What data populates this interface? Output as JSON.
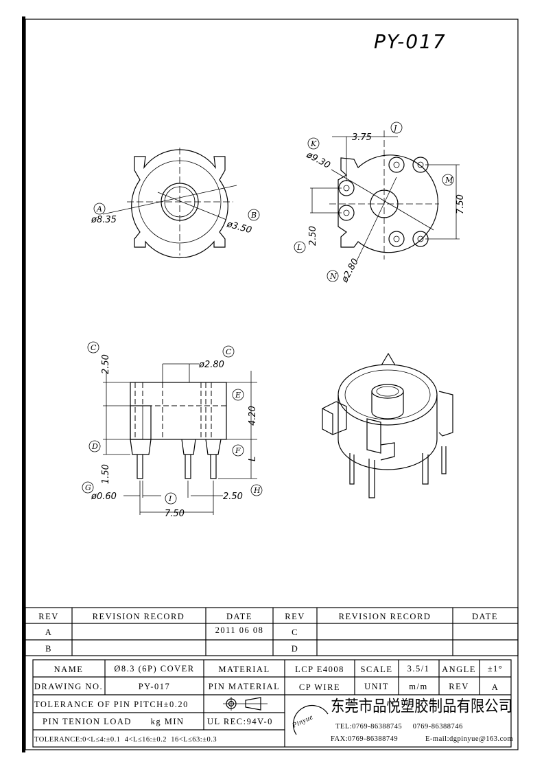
{
  "drawing_title": "PY-017",
  "top_left_view": {
    "dia_outer": "ø8.35",
    "dia_inner": "ø3.50",
    "label_a": "A",
    "label_b": "B"
  },
  "top_right_view": {
    "dim_375": "3.75",
    "dim_930": "ø9.30",
    "dim_750": "7.50",
    "dim_250": "2.50",
    "dim_280": "ø2.80",
    "label_j": "J",
    "label_k": "K",
    "label_m": "M",
    "label_l": "L",
    "label_n": "N"
  },
  "side_view": {
    "dim_250_top": "2.50",
    "dim_280": "ø2.80",
    "dim_420": "4.20",
    "dim_150": "1.50",
    "dim_L": "L",
    "dim_060": "ø0.60",
    "dim_250_pin": "2.50",
    "dim_750": "7.50",
    "label_c1": "C",
    "label_c2": "C",
    "label_d": "D",
    "label_e": "E",
    "label_f": "F",
    "label_g": "G",
    "label_h": "H",
    "label_i": "I"
  },
  "revision_table": {
    "headers": [
      "REV",
      "REVISION RECORD",
      "DATE",
      "REV",
      "REVISION RECORD",
      "DATE"
    ],
    "rows": [
      [
        "A",
        "",
        "2011 06 08",
        "C",
        "",
        ""
      ],
      [
        "B",
        "",
        "",
        "D",
        "",
        ""
      ]
    ]
  },
  "title_block": {
    "name_label": "NAME",
    "name_value": "Ø8.3 (6P) COVER",
    "material_label": "MATERIAL",
    "material_value": "LCP E4008",
    "scale_label": "SCALE",
    "scale_value": "3.5/1",
    "angle_label": "ANGLE",
    "angle_value": "±1°",
    "drawing_no_label": "DRAWING NO.",
    "drawing_no_value": "PY-017",
    "pin_material_label": "PIN MATERIAL",
    "pin_material_value": "CP WIRE",
    "unit_label": "UNIT",
    "unit_value": "m/m",
    "rev_label": "REV",
    "rev_value": "A",
    "pin_pitch_tolerance": "TOLERANCE OF PIN PITCH±0.20",
    "pin_tension": "PIN TENION LOAD      kg MIN",
    "ul_rec": "UL REC:94V-0",
    "tolerance": "TOLERANCE:0<L≤4:±0.1  4<L≤16:±0.2  16<L≤63:±0.3",
    "company_logo": "Pinyue",
    "company_name": "东莞市品悦塑胶制品有限公司",
    "tel": "TEL:0769-86388745     0769-86388746",
    "fax": "FAX:0769-86388749",
    "email": "E-mail:dgpinyue@163.com"
  }
}
